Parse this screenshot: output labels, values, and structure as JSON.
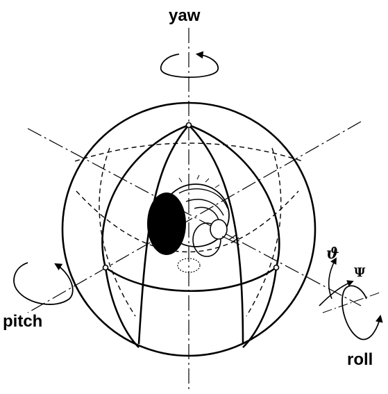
{
  "labels": {
    "yaw": "yaw",
    "pitch": "pitch",
    "roll": "roll",
    "theta": "ϑ",
    "psi": "Ψ"
  }
}
